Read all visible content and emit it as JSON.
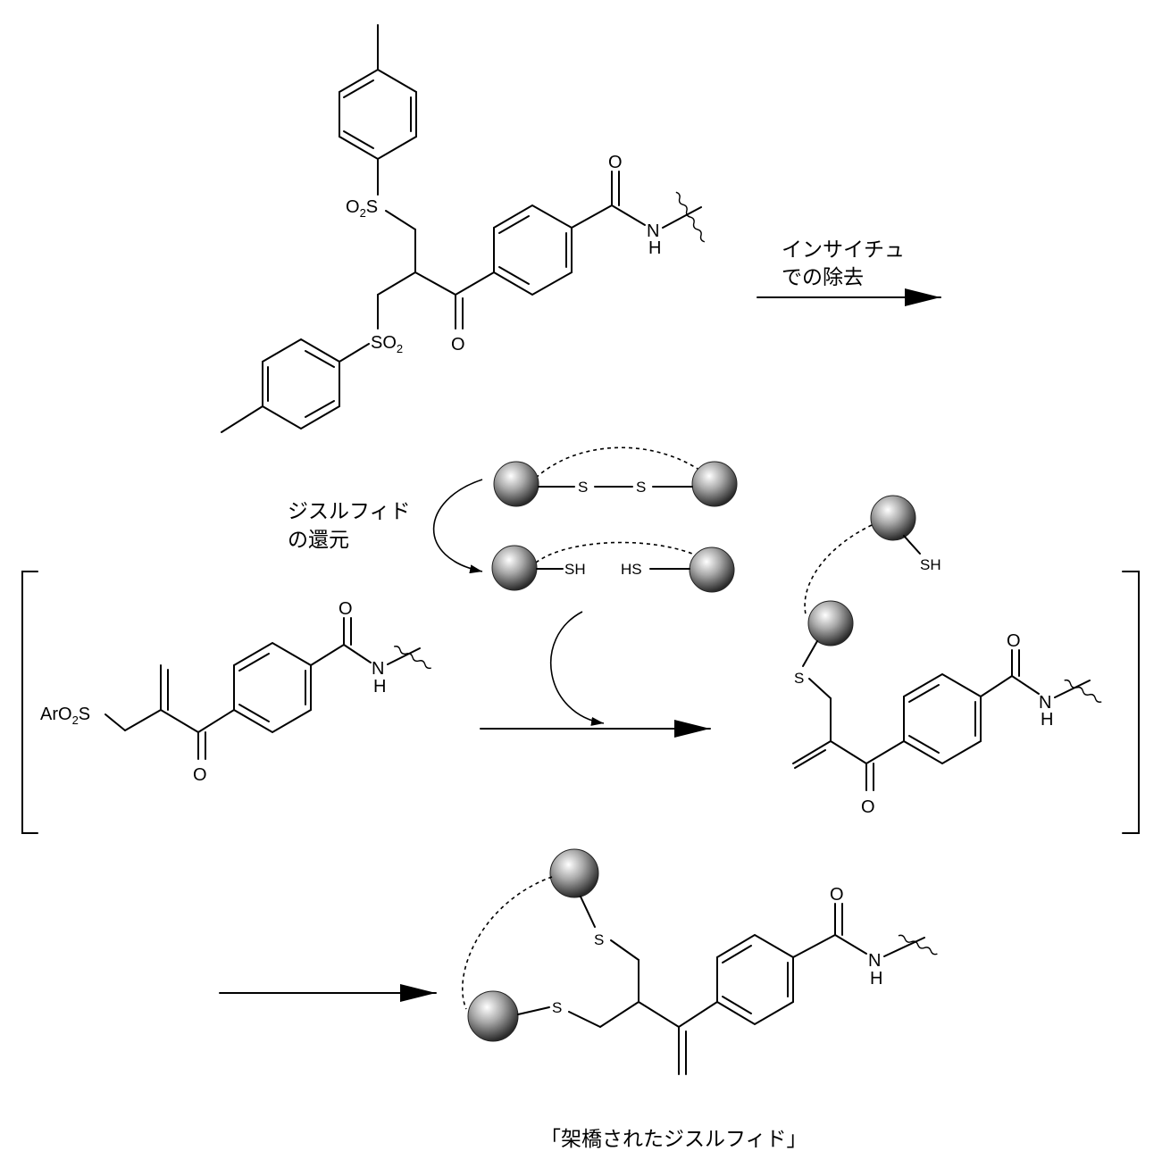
{
  "reaction_labels": {
    "in_situ_line1": "インサイチュ",
    "in_situ_line2": "での除去",
    "reduction_line1": "ジスルフィド",
    "reduction_line2": "の還元",
    "product_label": "「架橋されたジスルフィド」"
  },
  "atoms": {
    "oxygen": "O",
    "amide_n": "N",
    "amide_h": "H",
    "sulfonyl_s": "S",
    "sulfonyl_o": "O",
    "two": "2",
    "aryl": "Ar",
    "sulfur": "S",
    "thiol_sh": "SH",
    "thiol_hs": "HS"
  }
}
